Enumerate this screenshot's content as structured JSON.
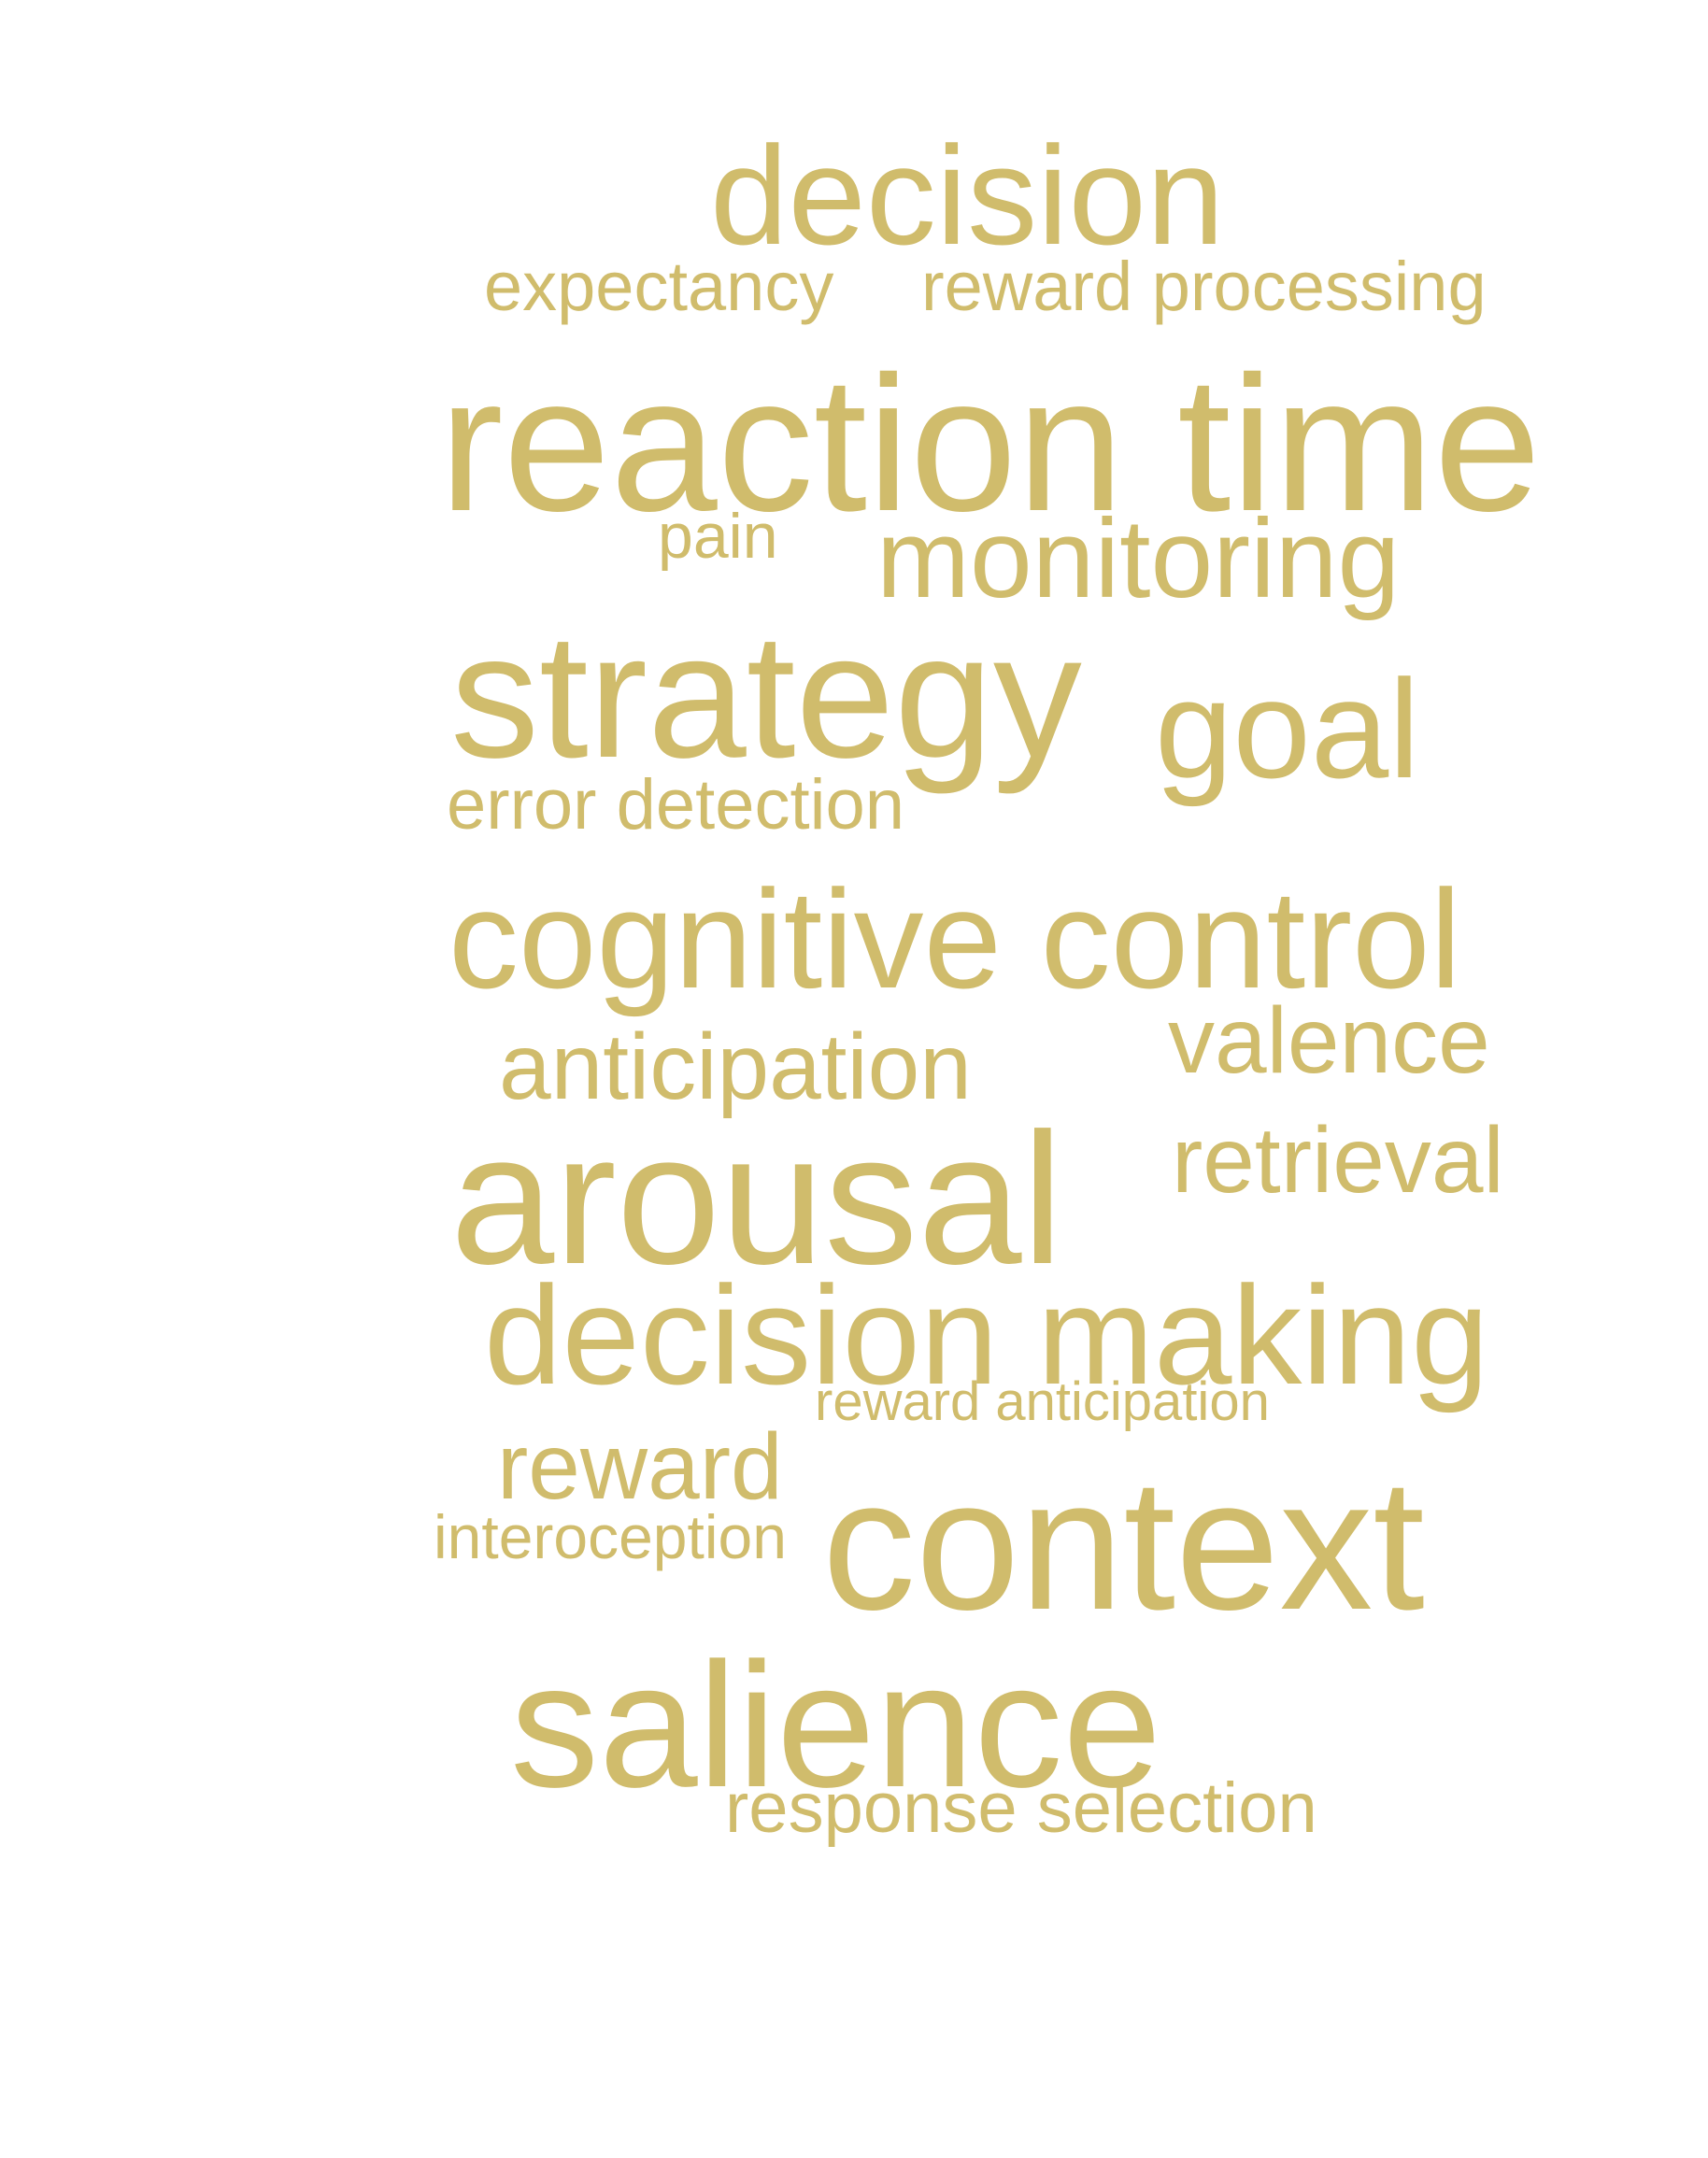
{
  "color": "#d0bc6c",
  "words": [
    {
      "key": "decision",
      "text": "decision"
    },
    {
      "key": "expectancy",
      "text": "expectancy"
    },
    {
      "key": "reward_processing",
      "text": "reward processing"
    },
    {
      "key": "reaction_time",
      "text": "reaction time"
    },
    {
      "key": "pain",
      "text": "pain"
    },
    {
      "key": "monitoring",
      "text": "monitoring"
    },
    {
      "key": "strategy",
      "text": "strategy"
    },
    {
      "key": "goal",
      "text": "goal"
    },
    {
      "key": "error_detection",
      "text": "error detection"
    },
    {
      "key": "cognitive_control",
      "text": "cognitive control"
    },
    {
      "key": "valence",
      "text": "valence"
    },
    {
      "key": "anticipation",
      "text": "anticipation"
    },
    {
      "key": "arousal",
      "text": "arousal"
    },
    {
      "key": "retrieval",
      "text": "retrieval"
    },
    {
      "key": "decision_making",
      "text": "decision making"
    },
    {
      "key": "reward_anticipation",
      "text": "reward anticipation"
    },
    {
      "key": "reward",
      "text": "reward"
    },
    {
      "key": "interoception",
      "text": "interoception"
    },
    {
      "key": "context",
      "text": "context"
    },
    {
      "key": "salience",
      "text": "salience"
    },
    {
      "key": "response_selection",
      "text": "response selection"
    }
  ]
}
